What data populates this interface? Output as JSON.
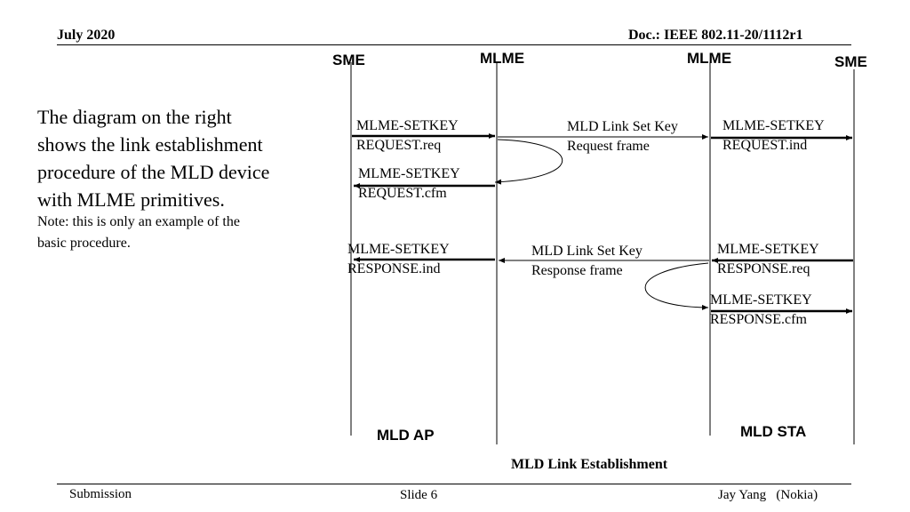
{
  "header": {
    "date": "July 2020",
    "doc_id": "Doc.: IEEE 802.11-20/1112r1"
  },
  "left_panel": {
    "description_lines": [
      "The diagram on the right",
      "shows the link establishment",
      "procedure of the MLD device",
      "with MLME primitives."
    ],
    "note_lines": [
      "Note: this is only an example of the",
      "basic procedure."
    ]
  },
  "diagram": {
    "entities": [
      "SME",
      "MLME",
      "MLME",
      "SME"
    ],
    "groups": [
      "MLD AP",
      "MLD STA"
    ],
    "messages": {
      "setkey_request_req": [
        "MLME-SETKEY",
        "REQUEST.req"
      ],
      "setkey_request_frame": [
        "MLD Link Set Key",
        "Request frame"
      ],
      "setkey_request_ind": [
        "MLME-SETKEY",
        "REQUEST.ind"
      ],
      "setkey_request_cfm": [
        "MLME-SETKEY",
        "REQUEST.cfm"
      ],
      "setkey_response_ind": [
        "MLME-SETKEY",
        "RESPONSE.ind"
      ],
      "setkey_response_frame": [
        "MLD Link Set Key",
        "Response frame"
      ],
      "setkey_response_req": [
        "MLME-SETKEY",
        "RESPONSE.req"
      ],
      "setkey_response_cfm": [
        "MLME-SETKEY",
        "RESPONSE.cfm"
      ]
    },
    "caption": "MLD Link Establishment"
  },
  "footer": {
    "left": "Submission",
    "center": "Slide 6",
    "right": "Jay Yang   (Nokia)"
  }
}
